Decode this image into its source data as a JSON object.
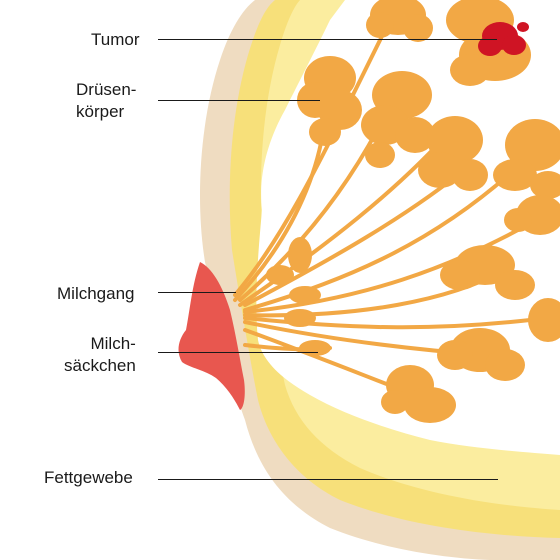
{
  "labels": {
    "tumor": "Tumor",
    "druesen_line1": "Drüsen-",
    "druesen_line2": "körper",
    "milchgang": "Milchgang",
    "milchsaeckchen_line1": "Milch-",
    "milchsaeckchen_line2": "säckchen",
    "fettgewebe": "Fettgewebe"
  },
  "colors": {
    "skin": "#efdcc1",
    "fat": "#f7e07a",
    "fat_light": "#fbed9f",
    "tissue": "#ffffff",
    "gland": "#f2a845",
    "tumor": "#cf1424",
    "nipple": "#e8574f",
    "leader_line": "#1a1a1a"
  }
}
